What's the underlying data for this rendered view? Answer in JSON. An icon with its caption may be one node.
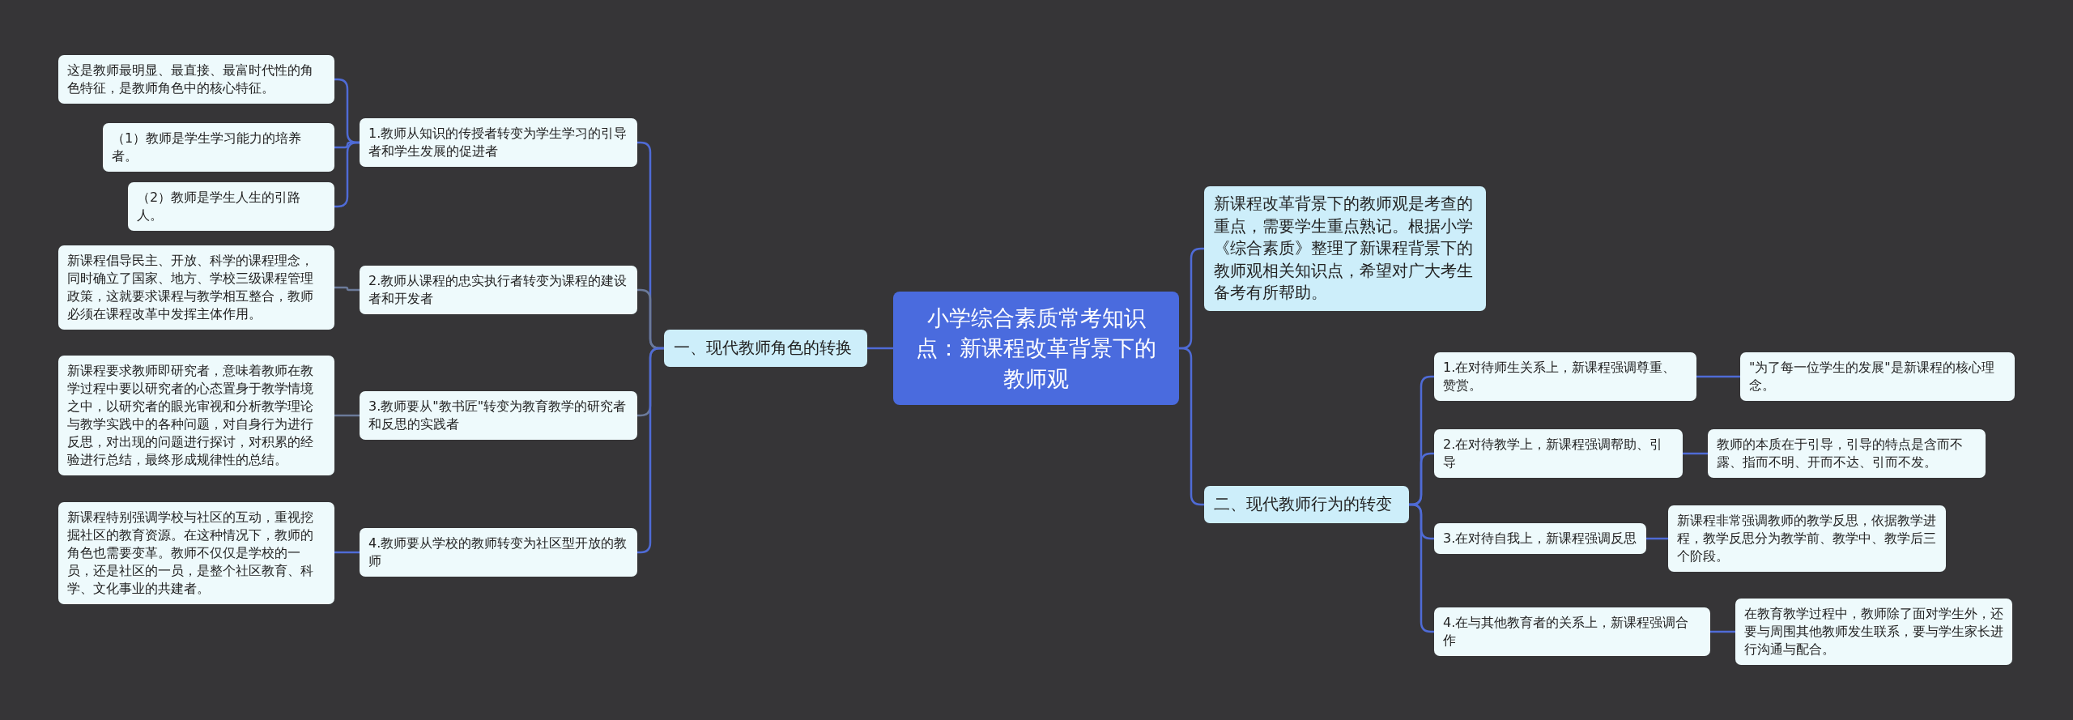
{
  "diagram": {
    "nodes": [
      {
        "text": [
          "小学综合素质常考知识点：新课程改革背景下的教师观"
        ]
      },
      {
        "text": [
          "一、现代教师角色的转换"
        ]
      },
      {
        "text": [
          "1.教师从知识的传授者转变为学生学习的引导者和学生发展的促进者"
        ]
      },
      {
        "text": [
          "这是教师最明显、最直接、最富时代性的角色特征，是教师角色中的核心特征。"
        ]
      },
      {
        "text": [
          "（1）教师是学生学习能力的培养者。"
        ]
      },
      {
        "text": [
          "（2）教师是学生人生的引路人。"
        ]
      },
      {
        "text": [
          "2.教师从课程的忠实执行者转变为课程的建设者和开发者"
        ]
      },
      {
        "text": [
          "新课程倡导民主、开放、科学的课程理念，同时确立了国家、地方、学校三级课程管理政策，这就要求课程与教学相互整合，教师必须在课程改革中发挥主体作用。"
        ]
      },
      {
        "text": [
          "3.教师要从\"教书匠\"转变为教育教学的研究者和反思的实践者"
        ]
      },
      {
        "text": [
          "新课程要求教师即研究者，意味着教师在教学过程中要以研究者的心态置身于教学情境之中，以研究者的眼光审视和分析教学理论与教学实践中的各种问题，对自身行为进行反思，对出现的问题进行探讨，对积累的经验进行总结，最终形成规律性的总结。"
        ]
      },
      {
        "text": [
          "4.教师要从学校的教师转变为社区型开放的教师"
        ]
      },
      {
        "text": [
          "新课程特别强调学校与社区的互动，重视挖掘社区的教育资源。在这种情况下，教师的角色也需要变革。教师不仅仅是学校的一员，还是社区的一员，是整个社区教育、科学、文化事业的共建者。"
        ]
      },
      {
        "text": [
          "新课程改革背景下的教师观是考查的重点，需要学生重点熟记。根据小学《综合素质》整理了新课程背景下的教师观相关知识点，希望对广大考生备考有所帮助。"
        ]
      },
      {
        "text": [
          "二、现代教师行为的转变"
        ]
      },
      {
        "text": [
          "1.在对待师生关系上，新课程强调尊重、赞赏。"
        ]
      },
      {
        "text": [
          "\"为了每一位学生的发展\"是新课程的核心理念。"
        ]
      },
      {
        "text": [
          "2.在对待教学上，新课程强调帮助、引导"
        ]
      },
      {
        "text": [
          "教师的本质在于引导，引导的特点是含而不露、指而不明、开而不达、引而不发。"
        ]
      },
      {
        "text": [
          "3.在对待自我上，新课程强调反思"
        ]
      },
      {
        "text": [
          "新课程非常强调教师的教学反思，依据教学进程，教学反思分为教学前、教学中、教学后三个阶段。"
        ]
      },
      {
        "text": [
          "4.在与其他教育者的关系上，新课程强调合作"
        ]
      },
      {
        "text": [
          "在教育教学过程中，教师除了面对学生外，还要与周围其他教师发生联系，要与学生家长进行沟通与配合。"
        ]
      }
    ],
    "edges": [
      {
        "from": 0,
        "to": 1,
        "arrow": "none"
      },
      {
        "from": 1,
        "to": 2,
        "arrow": "none"
      },
      {
        "from": 2,
        "to": 3,
        "arrow": "none"
      },
      {
        "from": 2,
        "to": 4,
        "arrow": "none"
      },
      {
        "from": 2,
        "to": 5,
        "arrow": "none"
      },
      {
        "from": 1,
        "to": 6,
        "arrow": "none",
        "color": "#6b7a99"
      },
      {
        "from": 6,
        "to": 7,
        "arrow": "none",
        "color": "#6b7a99"
      },
      {
        "from": 1,
        "to": 8,
        "arrow": "none",
        "color": "#6b7a99"
      },
      {
        "from": 8,
        "to": 9,
        "arrow": "none",
        "color": "#6b7a99"
      },
      {
        "from": 1,
        "to": 10,
        "arrow": "none"
      },
      {
        "from": 10,
        "to": 11,
        "arrow": "none"
      },
      {
        "from": 0,
        "to": 12,
        "arrow": "none"
      },
      {
        "from": 0,
        "to": 13,
        "arrow": "none"
      },
      {
        "from": 13,
        "to": 14,
        "arrow": "none"
      },
      {
        "from": 14,
        "to": 15,
        "arrow": "none"
      },
      {
        "from": 13,
        "to": 16,
        "arrow": "none"
      },
      {
        "from": 16,
        "to": 17,
        "arrow": "none"
      },
      {
        "from": 13,
        "to": 18,
        "arrow": "none"
      },
      {
        "from": 18,
        "to": 19,
        "arrow": "none"
      },
      {
        "from": 13,
        "to": 20,
        "arrow": "none"
      },
      {
        "from": 20,
        "to": 21,
        "arrow": "none"
      }
    ]
  }
}
